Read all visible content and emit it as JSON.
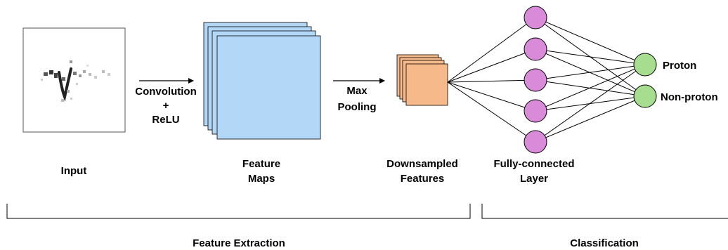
{
  "labels": {
    "input": "Input",
    "op1_line1": "Convolution",
    "op1_line2": "+",
    "op1_line3": "ReLU",
    "feature_maps_line1": "Feature",
    "feature_maps_line2": "Maps",
    "op2_line1": "Max",
    "op2_line2": "Pooling",
    "downsampled_line1": "Downsampled",
    "downsampled_line2": "Features",
    "fc_line1": "Fully-connected",
    "fc_line2": "Layer",
    "output_1": "Proton",
    "output_2": "Non-proton",
    "section_1": "Feature Extraction",
    "section_2": "Classification"
  },
  "colors": {
    "feature_map_fill": "#b3d8f7",
    "downsampled_fill": "#f6b98a",
    "hidden_node_fill": "#d98ad8",
    "output_node_fill": "#a6dd8e",
    "stroke": "#000000"
  },
  "network": {
    "hidden_nodes": 5,
    "output_nodes": 2
  }
}
